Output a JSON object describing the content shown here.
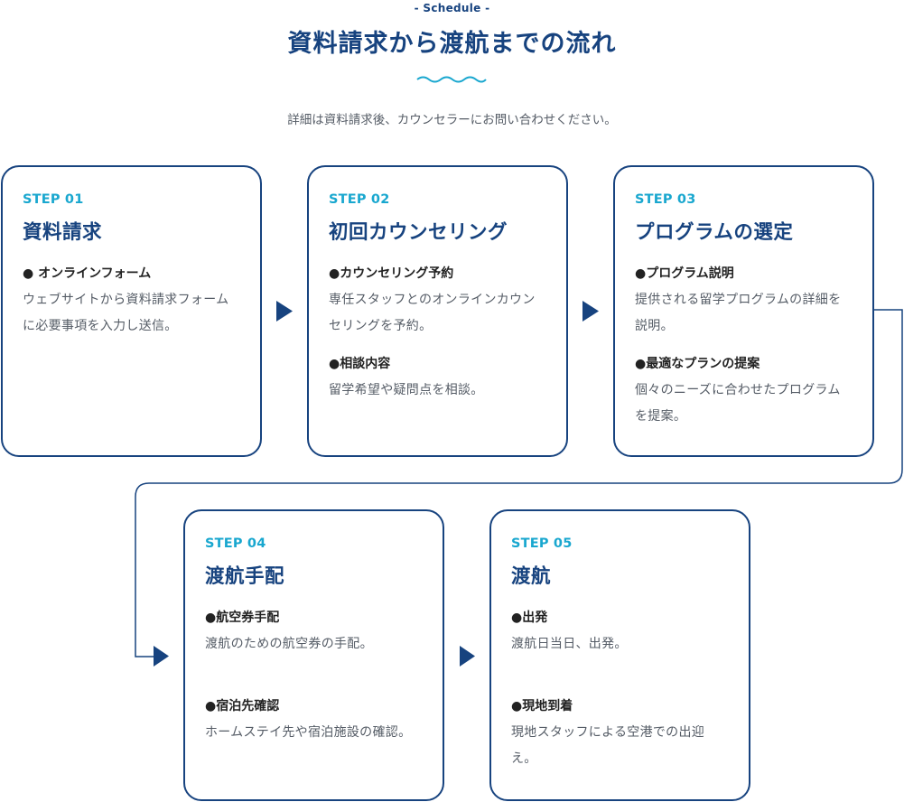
{
  "header": {
    "eyebrow": "- Schedule -",
    "title": "資料請求から渡航までの流れ",
    "lead": "詳細は資料請求後、カウンセラーにお問い合わせください。"
  },
  "colors": {
    "navy": "#17437f",
    "cyan": "#19a7cf"
  },
  "steps": [
    {
      "step": "STEP 01",
      "title": "資料請求",
      "items": [
        {
          "head": "● オンラインフォーム",
          "body": "ウェブサイトから資料請求フォームに必要事項を入力し送信。"
        }
      ]
    },
    {
      "step": "STEP 02",
      "title": "初回カウンセリング",
      "items": [
        {
          "head": "●カウンセリング予約",
          "body": "専任スタッフとのオンラインカウンセリングを予約。"
        },
        {
          "head": "●相談内容",
          "body": " 留学希望や疑問点を相談。"
        }
      ]
    },
    {
      "step": "STEP 03",
      "title": "プログラムの選定",
      "items": [
        {
          "head": "●プログラム説明",
          "body": "提供される留学プログラムの詳細を説明。"
        },
        {
          "head": "●最適なプランの提案",
          "body": "個々のニーズに合わせたプログラムを提案。"
        }
      ]
    },
    {
      "step": "STEP 04",
      "title": "渡航手配",
      "items": [
        {
          "head": "●航空券手配",
          "body": "渡航のための航空券の手配。"
        },
        {
          "head": "●宿泊先確認",
          "body": "ホームステイ先や宿泊施設の確認。"
        }
      ]
    },
    {
      "step": "STEP 05",
      "title": "渡航",
      "items": [
        {
          "head": "●出発",
          "body": "渡航日当日、出発。"
        },
        {
          "head": "●現地到着",
          "body": "現地スタッフによる空港での出迎え。"
        }
      ]
    }
  ]
}
